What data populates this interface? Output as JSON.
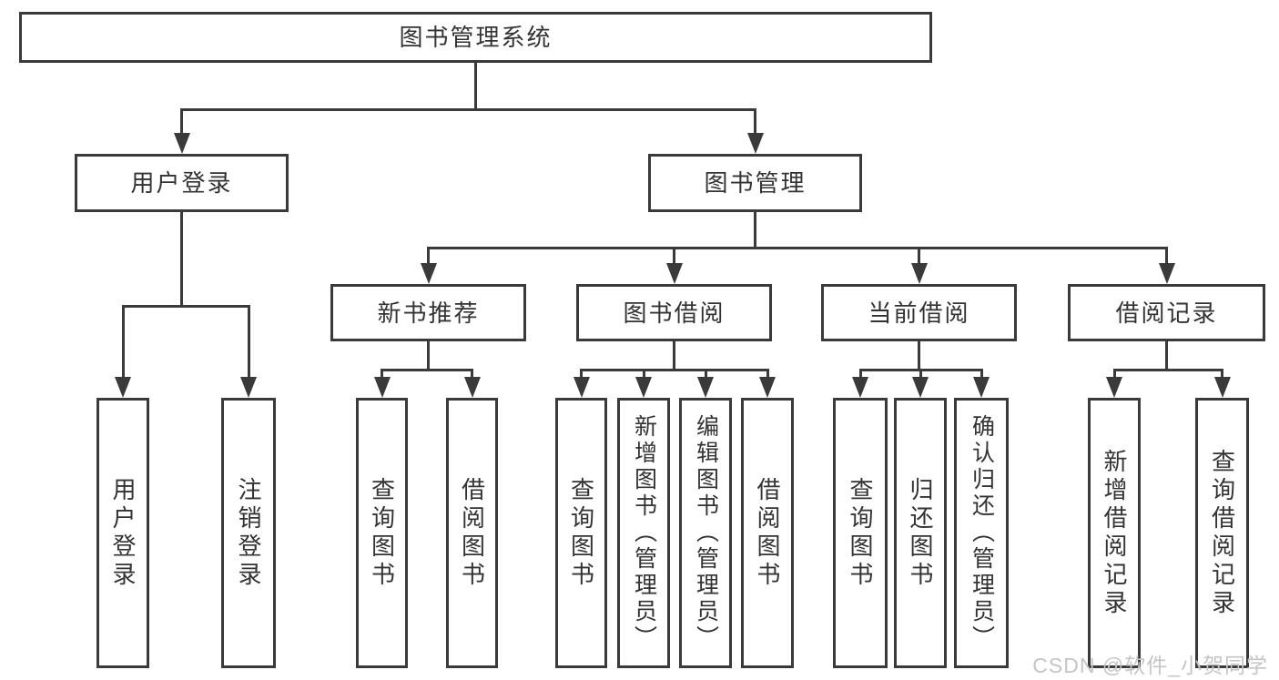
{
  "nodes": {
    "root": {
      "label": "图书管理系统"
    },
    "login": {
      "label": "用户登录"
    },
    "manage": {
      "label": "图书管理"
    },
    "recommend": {
      "label": "新书推荐"
    },
    "borrow": {
      "label": "图书借阅"
    },
    "current": {
      "label": "当前借阅"
    },
    "records": {
      "label": "借阅记录"
    },
    "login_user": {
      "label": "用户登录"
    },
    "login_out": {
      "label": "注销登录"
    },
    "rec_query": {
      "label": "查询图书"
    },
    "rec_borrow": {
      "label": "借阅图书"
    },
    "bor_query": {
      "label": "查询图书"
    },
    "bor_add": {
      "label": "新增图书（管理员）"
    },
    "bor_edit": {
      "label": "编辑图书（管理员）"
    },
    "bor_borrow": {
      "label": "借阅图书"
    },
    "cur_query": {
      "label": "查询图书"
    },
    "cur_return": {
      "label": "归还图书"
    },
    "cur_confirm": {
      "label": "确认归还（管理员）"
    },
    "hist_add": {
      "label": "新增借阅记录"
    },
    "hist_query": {
      "label": "查询借阅记录"
    }
  },
  "hierarchy": {
    "图书管理系统": [
      "用户登录",
      "图书管理"
    ],
    "用户登录": [
      "用户登录",
      "注销登录"
    ],
    "图书管理": [
      "新书推荐",
      "图书借阅",
      "当前借阅",
      "借阅记录"
    ],
    "新书推荐": [
      "查询图书",
      "借阅图书"
    ],
    "图书借阅": [
      "查询图书",
      "新增图书（管理员）",
      "编辑图书（管理员）",
      "借阅图书"
    ],
    "当前借阅": [
      "查询图书",
      "归还图书",
      "确认归还（管理员）"
    ],
    "借阅记录": [
      "新增借阅记录",
      "查询借阅记录"
    ]
  },
  "watermark": {
    "text": "CSDN @软件_小贺同学"
  },
  "colors": {
    "line": "#3a3a3a",
    "text": "#333333",
    "watermark": "#c5c5c5",
    "background": "#ffffff"
  }
}
